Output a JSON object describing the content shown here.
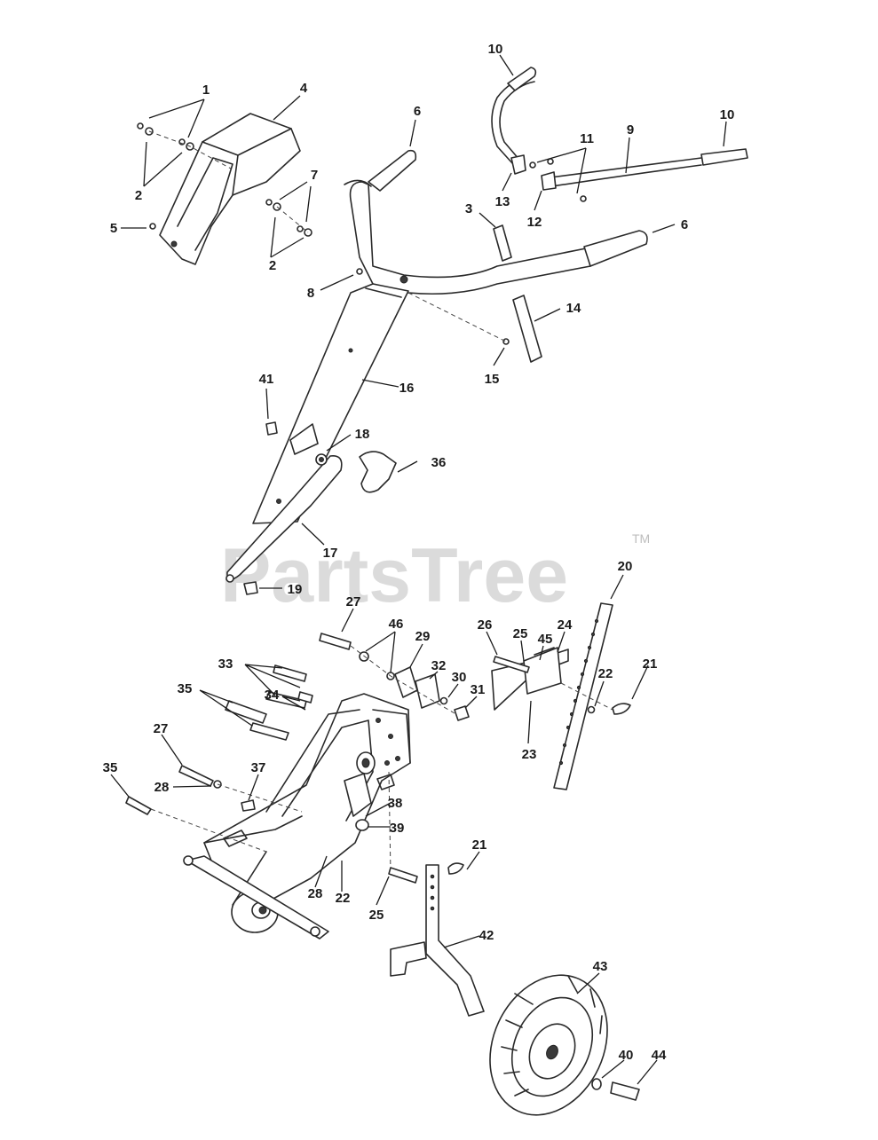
{
  "watermark": {
    "text": "PartsTree",
    "trademark": "TM"
  },
  "callouts": [
    "1",
    "2",
    "2",
    "2",
    "3",
    "4",
    "5",
    "6",
    "6",
    "7",
    "8",
    "9",
    "10",
    "10",
    "11",
    "12",
    "13",
    "14",
    "15",
    "16",
    "17",
    "18",
    "19",
    "20",
    "21",
    "21",
    "22",
    "22",
    "23",
    "24",
    "25",
    "25",
    "26",
    "27",
    "27",
    "28",
    "28",
    "29",
    "30",
    "31",
    "32",
    "33",
    "34",
    "35",
    "35",
    "36",
    "37",
    "38",
    "39",
    "40",
    "41",
    "42",
    "43",
    "44",
    "45",
    "46"
  ]
}
